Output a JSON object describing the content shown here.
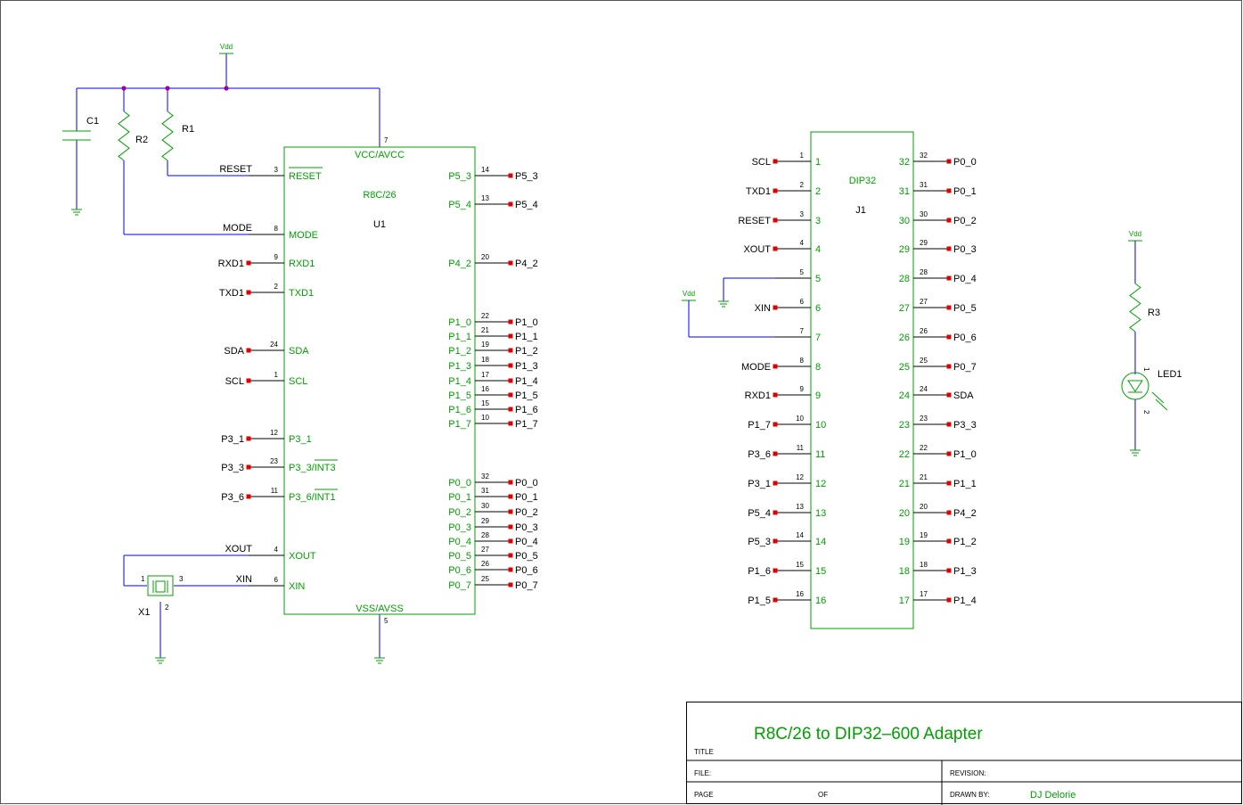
{
  "power": {
    "vdd": "Vdd"
  },
  "refdes": {
    "c1": "C1",
    "r1": "R1",
    "r2": "R2",
    "r3": "R3",
    "x1": "X1",
    "led1": "LED1",
    "u1": "U1",
    "j1": "J1"
  },
  "u1": {
    "part": "R8C/26",
    "vcc": {
      "label": "VCC/AVCC",
      "pin": "7"
    },
    "vss": {
      "label": "VSS/AVSS",
      "pin": "5"
    },
    "left_pins": [
      {
        "pin": "3",
        "label": "RESET",
        "net": "RESET"
      },
      {
        "pin": "8",
        "label": "MODE",
        "net": "MODE"
      },
      {
        "pin": "9",
        "label": "RXD1",
        "net": "RXD1"
      },
      {
        "pin": "2",
        "label": "TXD1",
        "net": "TXD1"
      },
      {
        "pin": "24",
        "label": "SDA",
        "net": "SDA"
      },
      {
        "pin": "1",
        "label": "SCL",
        "net": "SCL"
      },
      {
        "pin": "12",
        "label": "P3_1",
        "net": "P3_1"
      },
      {
        "pin": "23",
        "label": "P3_3/INT3",
        "net": "P3_3"
      },
      {
        "pin": "11",
        "label": "P3_6/INT1",
        "net": "P3_6"
      },
      {
        "pin": "4",
        "label": "XOUT",
        "net": "XOUT"
      },
      {
        "pin": "6",
        "label": "XIN",
        "net": "XIN"
      }
    ],
    "right_pins": [
      {
        "pin": "14",
        "label": "P5_3",
        "net": "P5_3"
      },
      {
        "pin": "13",
        "label": "P5_4",
        "net": "P5_4"
      },
      {
        "pin": "20",
        "label": "P4_2",
        "net": "P4_2"
      },
      {
        "pin": "22",
        "label": "P1_0",
        "net": "P1_0"
      },
      {
        "pin": "21",
        "label": "P1_1",
        "net": "P1_1"
      },
      {
        "pin": "19",
        "label": "P1_2",
        "net": "P1_2"
      },
      {
        "pin": "18",
        "label": "P1_3",
        "net": "P1_3"
      },
      {
        "pin": "17",
        "label": "P1_4",
        "net": "P1_4"
      },
      {
        "pin": "16",
        "label": "P1_5",
        "net": "P1_5"
      },
      {
        "pin": "15",
        "label": "P1_6",
        "net": "P1_6"
      },
      {
        "pin": "10",
        "label": "P1_7",
        "net": "P1_7"
      },
      {
        "pin": "32",
        "label": "P0_0",
        "net": "P0_0"
      },
      {
        "pin": "31",
        "label": "P0_1",
        "net": "P0_1"
      },
      {
        "pin": "30",
        "label": "P0_2",
        "net": "P0_2"
      },
      {
        "pin": "29",
        "label": "P0_3",
        "net": "P0_3"
      },
      {
        "pin": "28",
        "label": "P0_4",
        "net": "P0_4"
      },
      {
        "pin": "27",
        "label": "P0_5",
        "net": "P0_5"
      },
      {
        "pin": "26",
        "label": "P0_6",
        "net": "P0_6"
      },
      {
        "pin": "25",
        "label": "P0_7",
        "net": "P0_7"
      }
    ]
  },
  "x1": {
    "pins": [
      "1",
      "2",
      "3"
    ]
  },
  "led1": {
    "pins": [
      "1",
      "2"
    ]
  },
  "j1": {
    "part": "DIP32",
    "left": [
      {
        "pin": "1",
        "net": "SCL"
      },
      {
        "pin": "2",
        "net": "TXD1"
      },
      {
        "pin": "3",
        "net": "RESET"
      },
      {
        "pin": "4",
        "net": "XOUT"
      },
      {
        "pin": "5",
        "net": ""
      },
      {
        "pin": "6",
        "net": "XIN"
      },
      {
        "pin": "7",
        "net": ""
      },
      {
        "pin": "8",
        "net": "MODE"
      },
      {
        "pin": "9",
        "net": "RXD1"
      },
      {
        "pin": "10",
        "net": "P1_7"
      },
      {
        "pin": "11",
        "net": "P3_6"
      },
      {
        "pin": "12",
        "net": "P3_1"
      },
      {
        "pin": "13",
        "net": "P5_4"
      },
      {
        "pin": "14",
        "net": "P5_3"
      },
      {
        "pin": "15",
        "net": "P1_6"
      },
      {
        "pin": "16",
        "net": "P1_5"
      }
    ],
    "right": [
      {
        "pin": "32",
        "net": "P0_0"
      },
      {
        "pin": "31",
        "net": "P0_1"
      },
      {
        "pin": "30",
        "net": "P0_2"
      },
      {
        "pin": "29",
        "net": "P0_3"
      },
      {
        "pin": "28",
        "net": "P0_4"
      },
      {
        "pin": "27",
        "net": "P0_5"
      },
      {
        "pin": "26",
        "net": "P0_6"
      },
      {
        "pin": "25",
        "net": "P0_7"
      },
      {
        "pin": "24",
        "net": "SDA"
      },
      {
        "pin": "23",
        "net": "P3_3"
      },
      {
        "pin": "22",
        "net": "P1_0"
      },
      {
        "pin": "21",
        "net": "P1_1"
      },
      {
        "pin": "20",
        "net": "P4_2"
      },
      {
        "pin": "19",
        "net": "P1_2"
      },
      {
        "pin": "18",
        "net": "P1_3"
      },
      {
        "pin": "17",
        "net": "P1_4"
      }
    ]
  },
  "title_block": {
    "title": "R8C/26 to DIP32–600 Adapter",
    "title_label": "TITLE",
    "file_label": "FILE:",
    "revision_label": "REVISION:",
    "page_label": "PAGE",
    "of_label": "OF",
    "drawn_by_label": "DRAWN BY:",
    "drawn_by": "DJ Delorie"
  },
  "colors": {
    "wire": "#0000ff",
    "component": "#00a000",
    "junction": "#a000a0",
    "net_flag": "#e00000",
    "frame": "#000000"
  }
}
